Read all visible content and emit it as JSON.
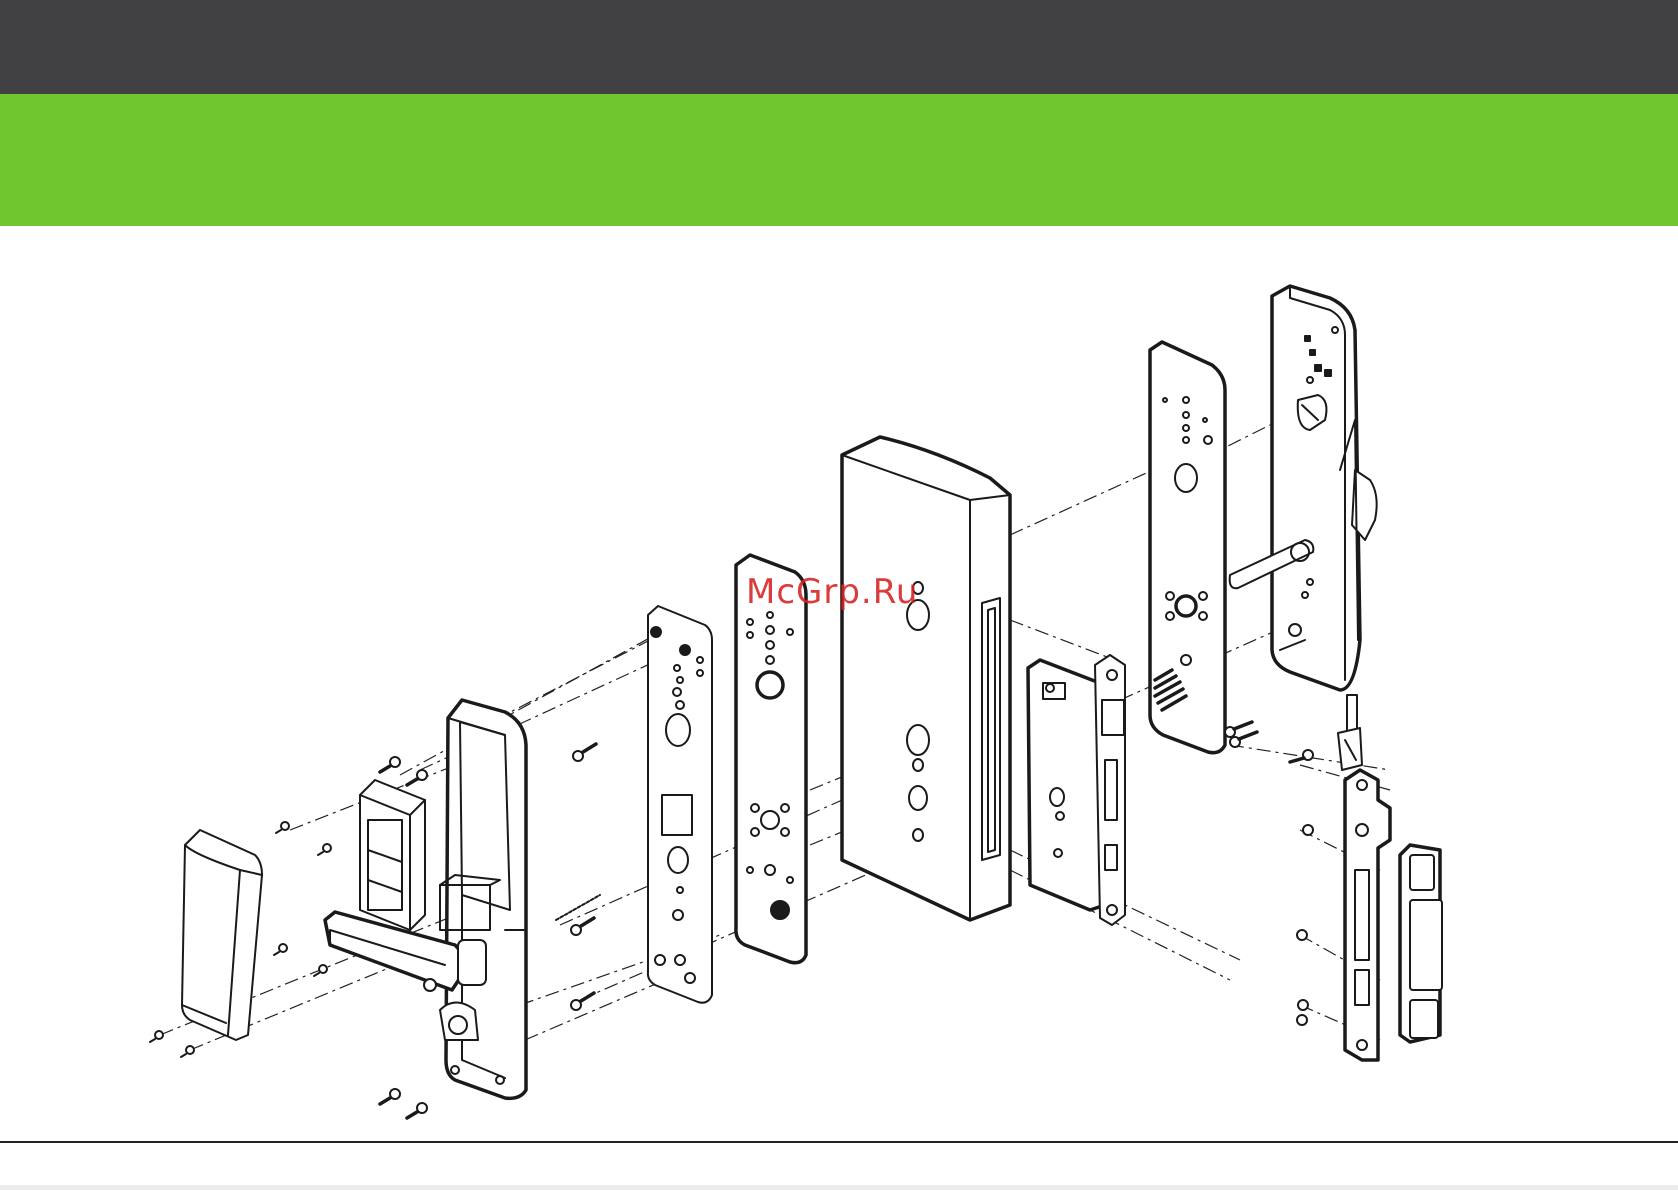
{
  "header": {
    "bar_color": "#414042",
    "band_color": "#6fc62e"
  },
  "watermark": {
    "text": "McGrp.Ru",
    "color": "#d72020"
  },
  "diagram": {
    "parts": [
      "battery-cover",
      "front-handle-assembly",
      "battery-pack",
      "front-gasket",
      "front-mounting-plate",
      "door",
      "mortise-lock",
      "rear-mounting-plate",
      "rear-handle-assembly",
      "mechanical-key",
      "strike-plate",
      "strike-box"
    ]
  }
}
